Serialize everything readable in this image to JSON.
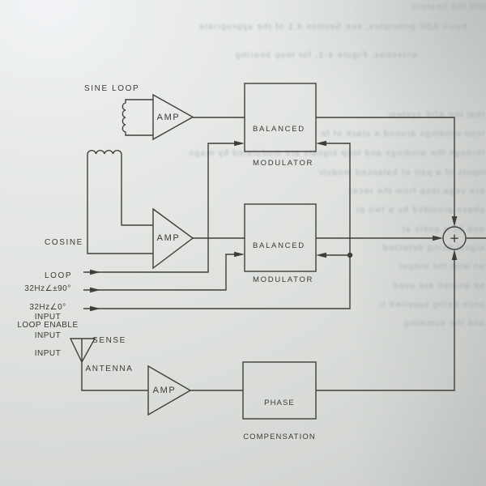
{
  "colors": {
    "paper": "#dee1dd",
    "ink": "#3f3c38",
    "bleed_text": "#929bb2"
  },
  "diagram": {
    "sine_loop_label": "SINE LOOP",
    "cosine_loop": {
      "line1": "COSINE",
      "line2": "LOOP"
    },
    "sense_antenna": {
      "line1": "SENSE",
      "line2": "ANTENNA"
    },
    "amp_label": "AMP",
    "balanced_modulator": {
      "line1": "BALANCED",
      "line2": "MODULATOR"
    },
    "phase_compensation": {
      "line1": "PHASE",
      "line2": "COMPENSATION"
    },
    "inputs": [
      {
        "label": "32Hz∠±90°",
        "sub": "INPUT"
      },
      {
        "label": "32Hz∠0°",
        "sub": "INPUT"
      },
      {
        "label": "LOOP ENABLE",
        "sub": "INPUT"
      }
    ],
    "sum_symbol": "+"
  },
  "bleed_rows": [
    "and the heaters",
    "basic ADF principles, see Section 4.1 of the appropriate",
    "antennas, Figure 4-1, for loop bearing",
    "that the ADF system",
    "loop windings around a stack of ferrite",
    "through the windings and loop signals are modulated by magnetic",
    "inputs of a pair of balanced modulators. The carrier",
    "era vega loop from the receiver",
    "phase provided by a two powered antenna",
    "and 32 a quels at",
    "signal being detected",
    "on with the output",
    "be written are used",
    "once being supplied to the result",
    "and the summing"
  ]
}
